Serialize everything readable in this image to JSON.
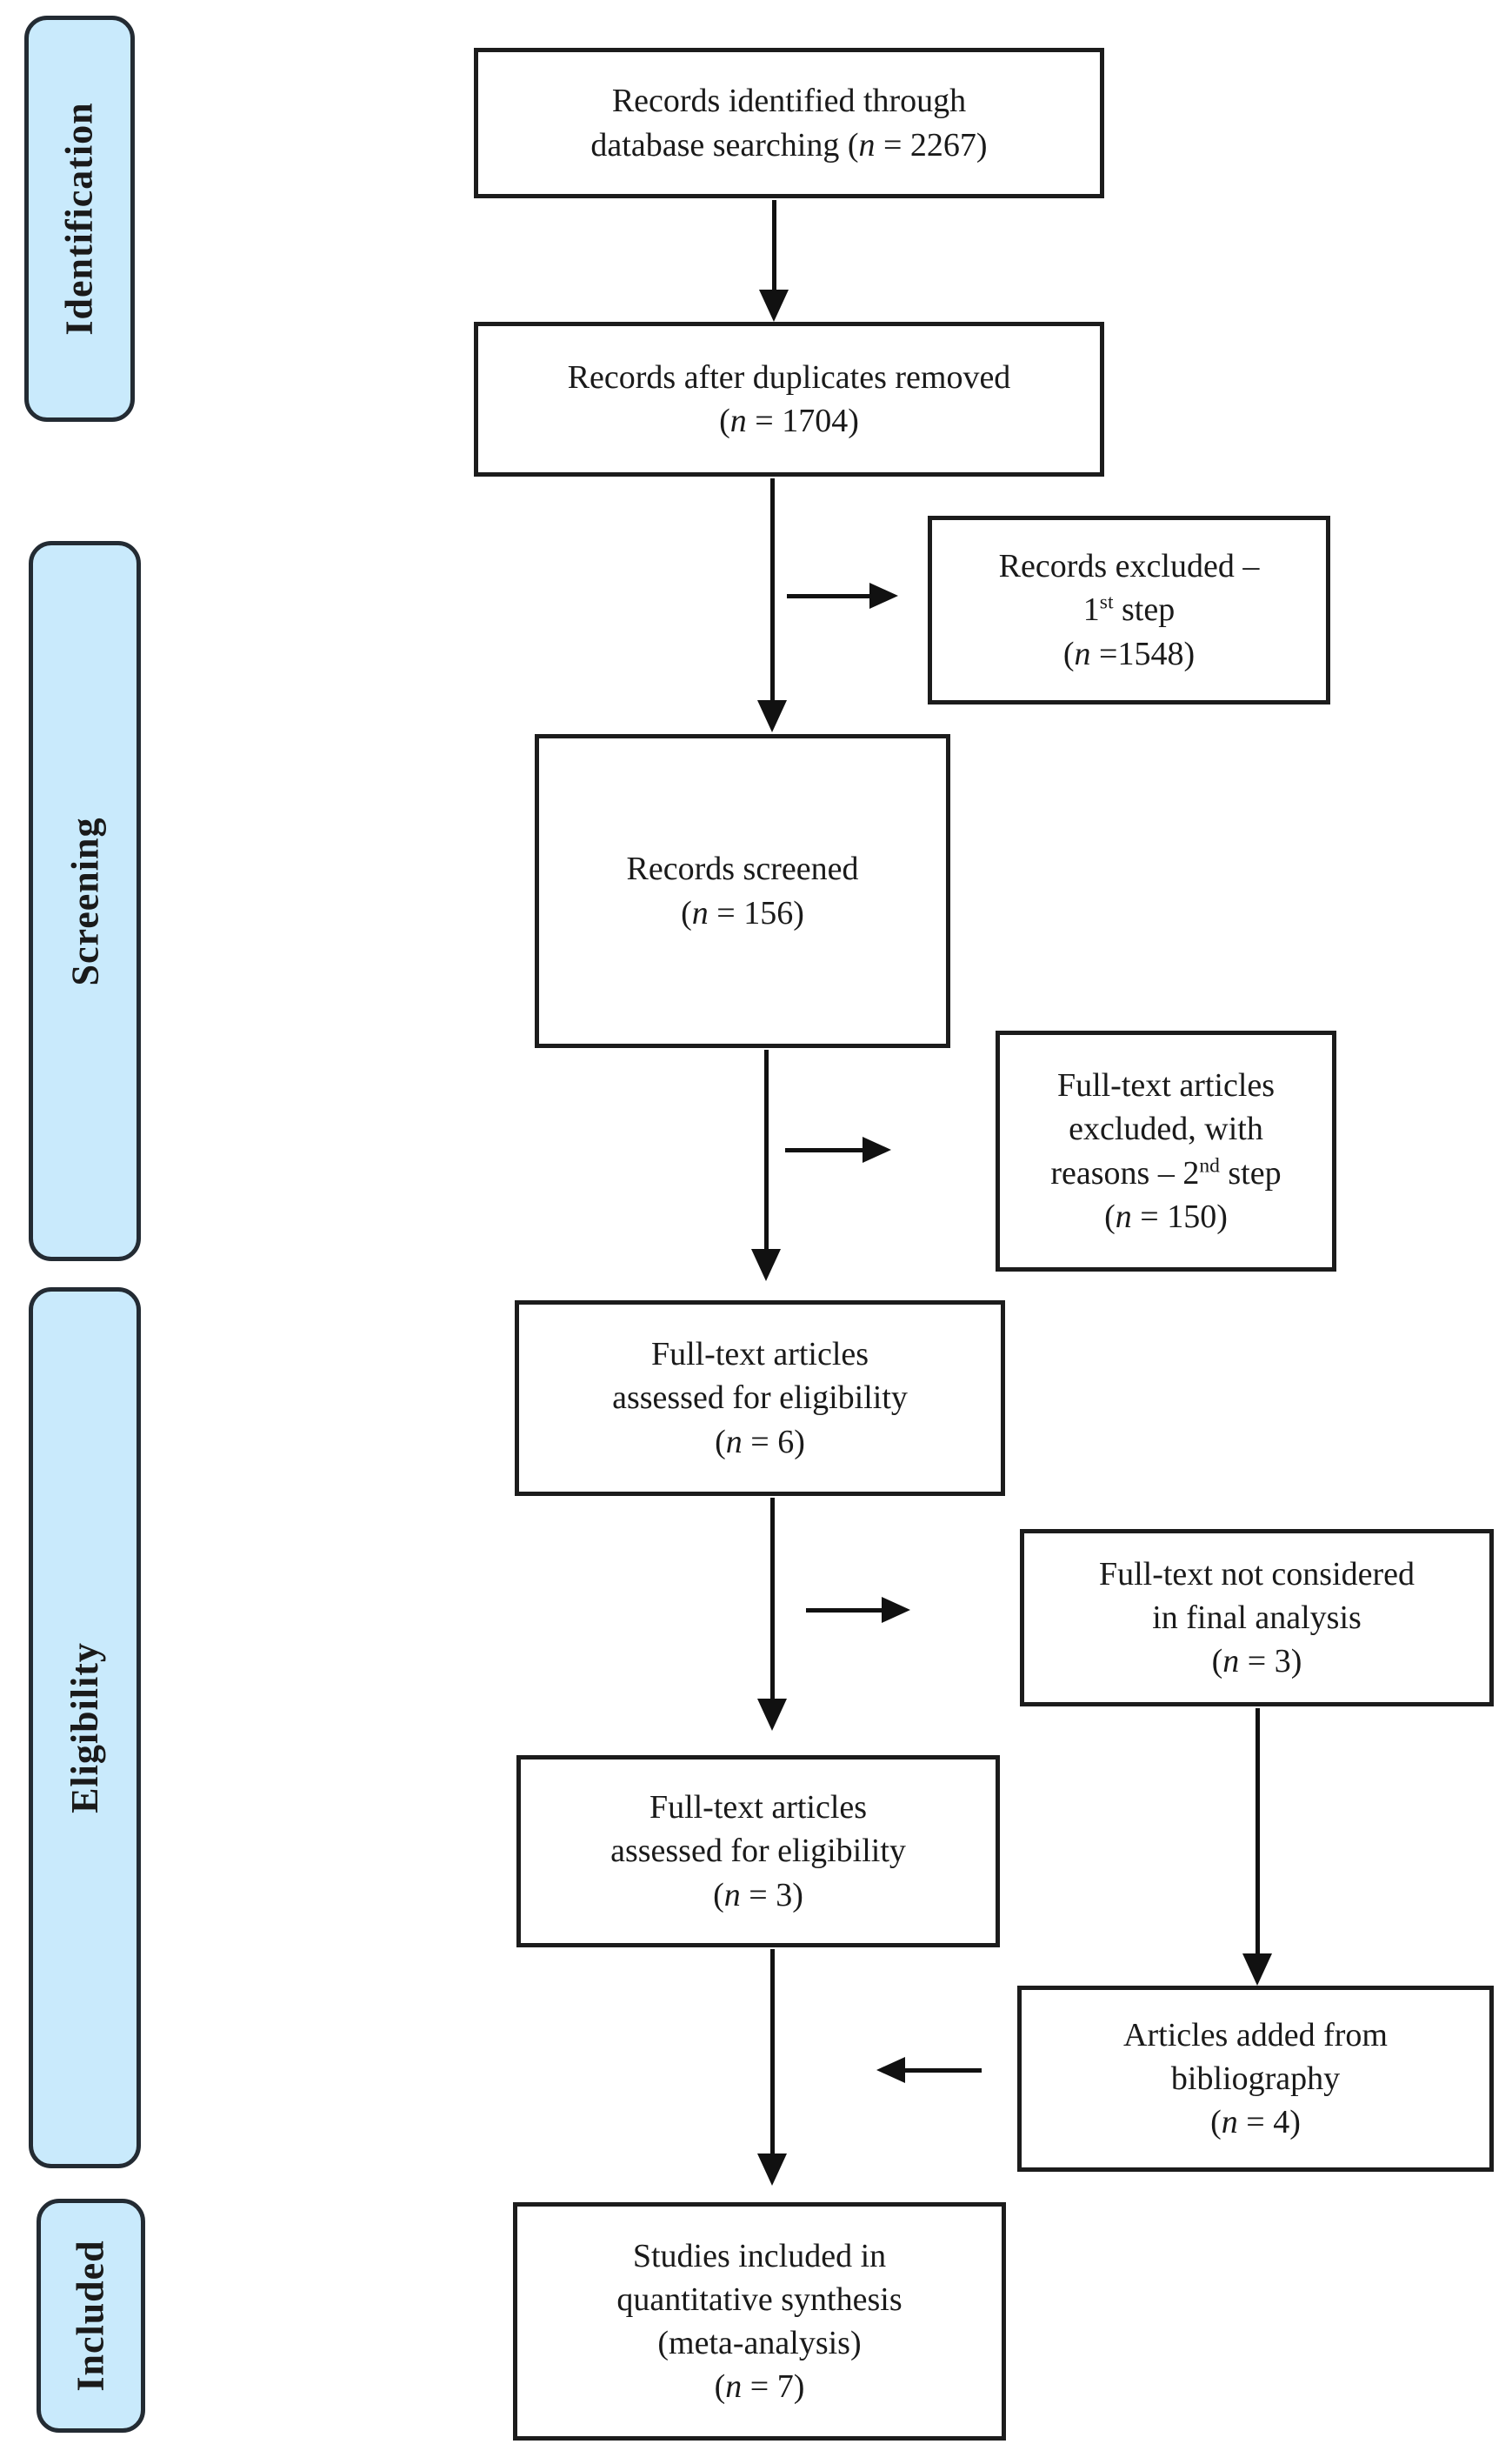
{
  "colors": {
    "stage_fill": "#c9eafc",
    "stage_border": "#232b33",
    "box_border": "#1c1c1c",
    "arrow": "#111111",
    "text": "#1a1a1a"
  },
  "stages": [
    {
      "label": "Identification"
    },
    {
      "label": "Screening"
    },
    {
      "label": "Eligibility"
    },
    {
      "label": "Included"
    }
  ],
  "boxes": {
    "records_identified": {
      "l1": "Records identified through",
      "l2a": "database searching (",
      "l2n": "n",
      "l2b": " = 2267)"
    },
    "after_duplicates": {
      "l1": "Records after duplicates removed",
      "ca": "(",
      "cn": "n",
      "cb": " = 1704)"
    },
    "records_excluded": {
      "l1": "Records excluded –",
      "l2a": "1",
      "l2sup": "st",
      "l2b": " step",
      "ca": "(",
      "cn": "n",
      "cb": " =1548)"
    },
    "records_screened": {
      "l1": "Records screened",
      "ca": "(",
      "cn": "n",
      "cb": " = 156)"
    },
    "fulltext_excluded": {
      "l1": "Full-text articles",
      "l2": "excluded, with",
      "l3a": "reasons – 2",
      "l3sup": "nd",
      "l3b": " step",
      "ca": "(",
      "cn": "n",
      "cb": " = 150)"
    },
    "fulltext_assessed_6": {
      "l1": "Full-text articles",
      "l2": "assessed for eligibility",
      "ca": "(",
      "cn": "n",
      "cb": " = 6)"
    },
    "not_considered": {
      "l1": "Full-text not considered",
      "l2": "in final analysis",
      "ca": "(",
      "cn": "n",
      "cb": " = 3)"
    },
    "fulltext_assessed_3": {
      "l1": "Full-text articles",
      "l2": "assessed for eligibility",
      "ca": "(",
      "cn": "n",
      "cb": " = 3)"
    },
    "bibliography": {
      "l1": "Articles added from",
      "l2": "bibliography",
      "ca": "(",
      "cn": "n",
      "cb": " = 4)"
    },
    "studies_included": {
      "l1": "Studies included in",
      "l2": "quantitative synthesis",
      "l3": "(meta-analysis)",
      "ca": "(",
      "cn": "n",
      "cb": " = 7)"
    }
  }
}
